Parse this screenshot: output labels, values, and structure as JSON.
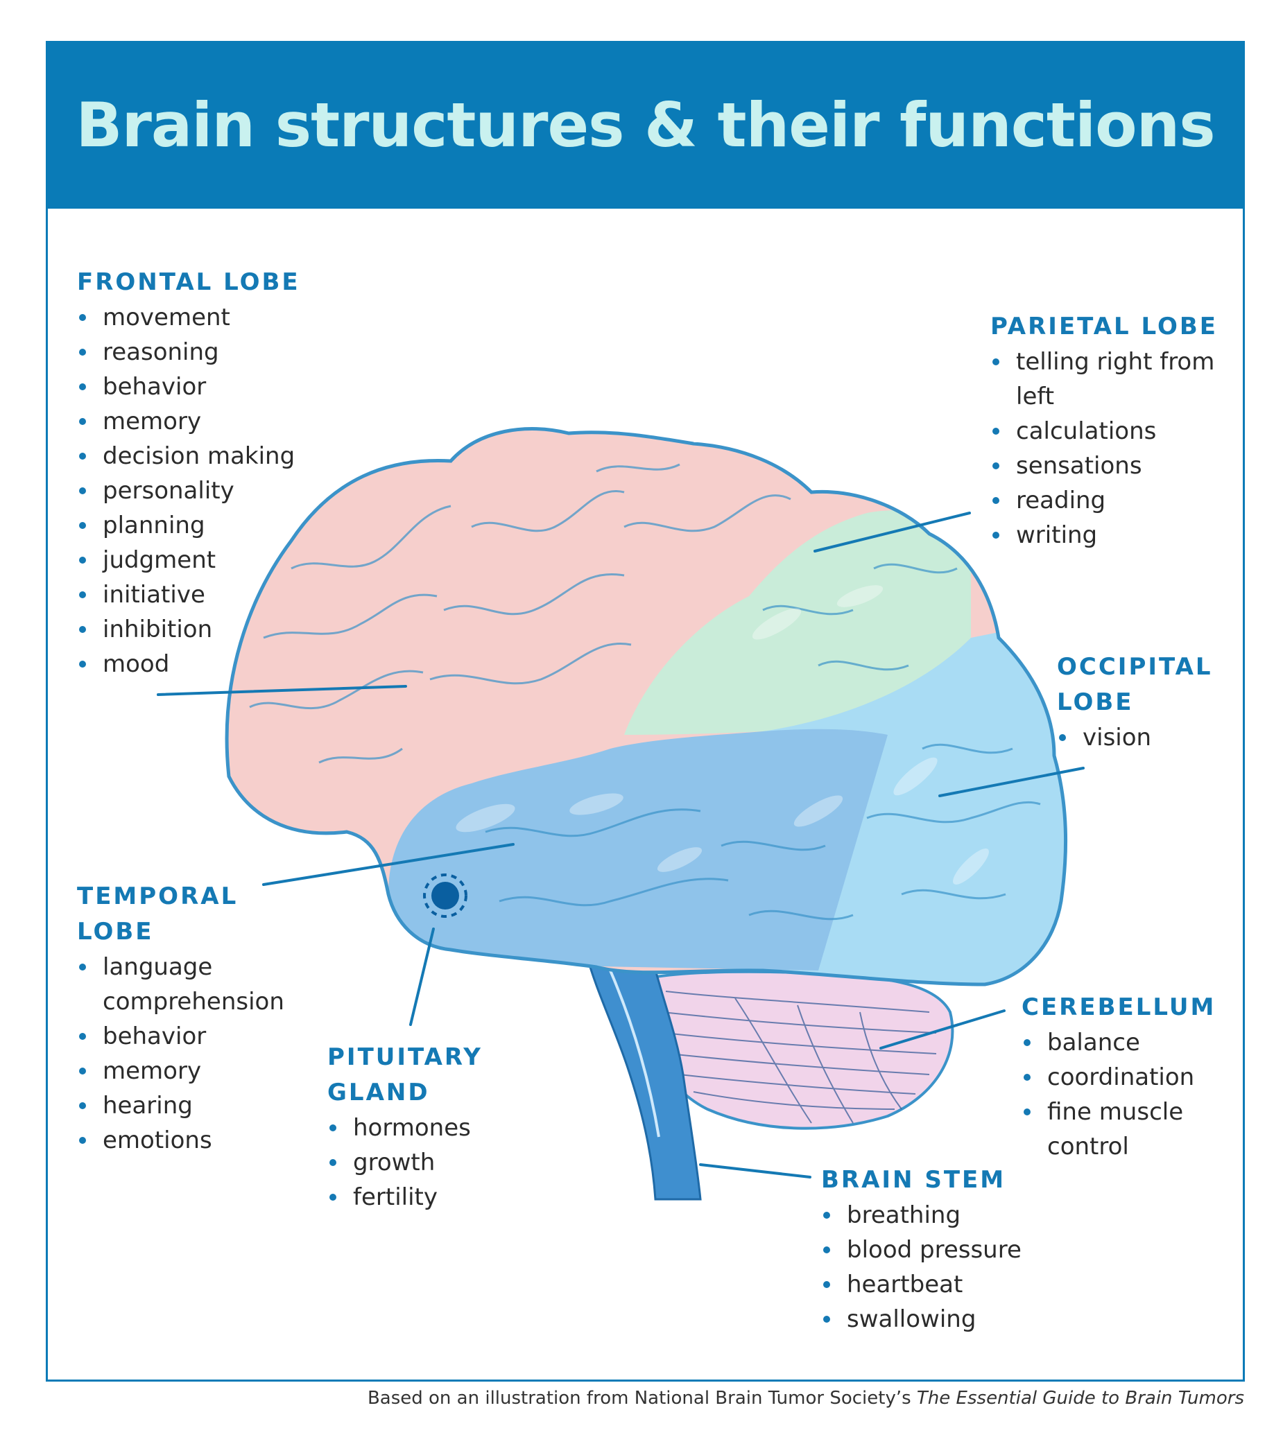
{
  "title": "Brain structures & their functions",
  "colors": {
    "banner": "#0a7bb7",
    "title_text": "#c9f1ef",
    "heading": "#1479b4",
    "frontal": "#f6cfcc",
    "parietal": "#c9ecd9",
    "temporal": "#8fc3ea",
    "occipital": "#a9dcf4",
    "cerebellum": "#f1d4ea",
    "brain_stem": "#3f8fcf",
    "outline": "#3b93c9"
  },
  "labels": {
    "frontal": {
      "heading": "FRONTAL LOBE",
      "items": [
        "movement",
        "reasoning",
        "behavior",
        "memory",
        "decision making",
        "personality",
        "planning",
        "judgment",
        "initiative",
        "inhibition",
        "mood"
      ]
    },
    "parietal": {
      "heading": "PARIETAL LOBE",
      "items": [
        "telling right from left",
        "calculations",
        "sensations",
        "reading",
        "writing"
      ]
    },
    "occipital": {
      "heading": "OCCIPITAL LOBE",
      "items": [
        "vision"
      ]
    },
    "temporal": {
      "heading": "TEMPORAL LOBE",
      "items": [
        "language comprehension",
        "behavior",
        "memory",
        "hearing",
        "emotions"
      ]
    },
    "pituitary": {
      "heading": "PITUITARY GLAND",
      "items": [
        "hormones",
        "growth",
        "fertility"
      ]
    },
    "cerebellum": {
      "heading": "CEREBELLUM",
      "items": [
        "balance",
        "coordination",
        "fine muscle control"
      ]
    },
    "brain_stem": {
      "heading": "BRAIN STEM",
      "items": [
        "breathing",
        "blood pressure",
        "heartbeat",
        "swallowing"
      ]
    }
  },
  "footer": {
    "prefix": "Based on an illustration from National Brain Tumor Society’s ",
    "book": "The Essential Guide to Brain Tumors"
  }
}
